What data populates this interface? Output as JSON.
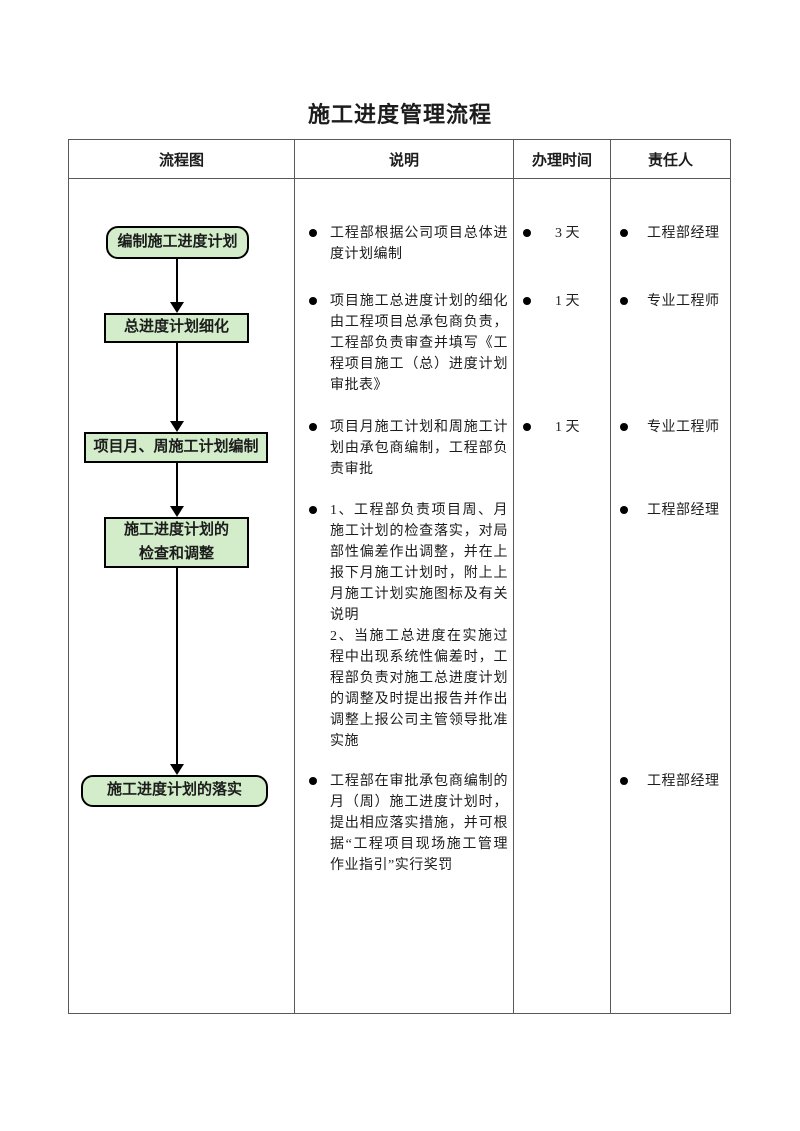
{
  "page": {
    "title": "施工进度管理流程"
  },
  "table": {
    "headers": [
      "流程图",
      "说明",
      "办理时间",
      "责任人"
    ]
  },
  "flowchart": {
    "nodes": [
      {
        "label": "编制施工进度计划",
        "shape": "terminator"
      },
      {
        "label": "总进度计划细化",
        "shape": "process"
      },
      {
        "label": "项目月、周施工计划编制",
        "shape": "process"
      },
      {
        "label": "施工进度计划的\n检查和调整",
        "shape": "process"
      },
      {
        "label": "施工进度计划的落实",
        "shape": "terminator"
      }
    ]
  },
  "rows": [
    {
      "description": [
        "工程部根据公司项目总体进度计划编制"
      ],
      "time": "3 天",
      "responsible": "工程部经理"
    },
    {
      "description": [
        "项目施工总进度计划的细化由工程项目总承包商负责，工程部负责审查并填写《工程项目施工（总）进度计划审批表》"
      ],
      "time": "1 天",
      "responsible": "专业工程师"
    },
    {
      "description": [
        "项目月施工计划和周施工计划由承包商编制，工程部负责审批"
      ],
      "time": "1 天",
      "responsible": "专业工程师"
    },
    {
      "description": [
        "1、工程部负责项目周、月施工计划的检查落实，对局部性偏差作出调整，并在上报下月施工计划时，附上上月施工计划实施图标及有关说明",
        "2、当施工总进度在实施过程中出现系统性偏差时，工程部负责对施工总进度计划的调整及时提出报告并作出调整上报公司主管领导批准实施"
      ],
      "responsible": "工程部经理"
    },
    {
      "description": [
        "工程部在审批承包商编制的月（周）施工进度计划时，提出相应落实措施，并可根据“工程项目现场施工管理作业指引”实行奖罚"
      ],
      "responsible": "工程部经理"
    }
  ],
  "colors": {
    "node_fill": "#d3edcb",
    "node_border": "#000000",
    "table_border": "#595959",
    "text": "#1c1c1c"
  }
}
